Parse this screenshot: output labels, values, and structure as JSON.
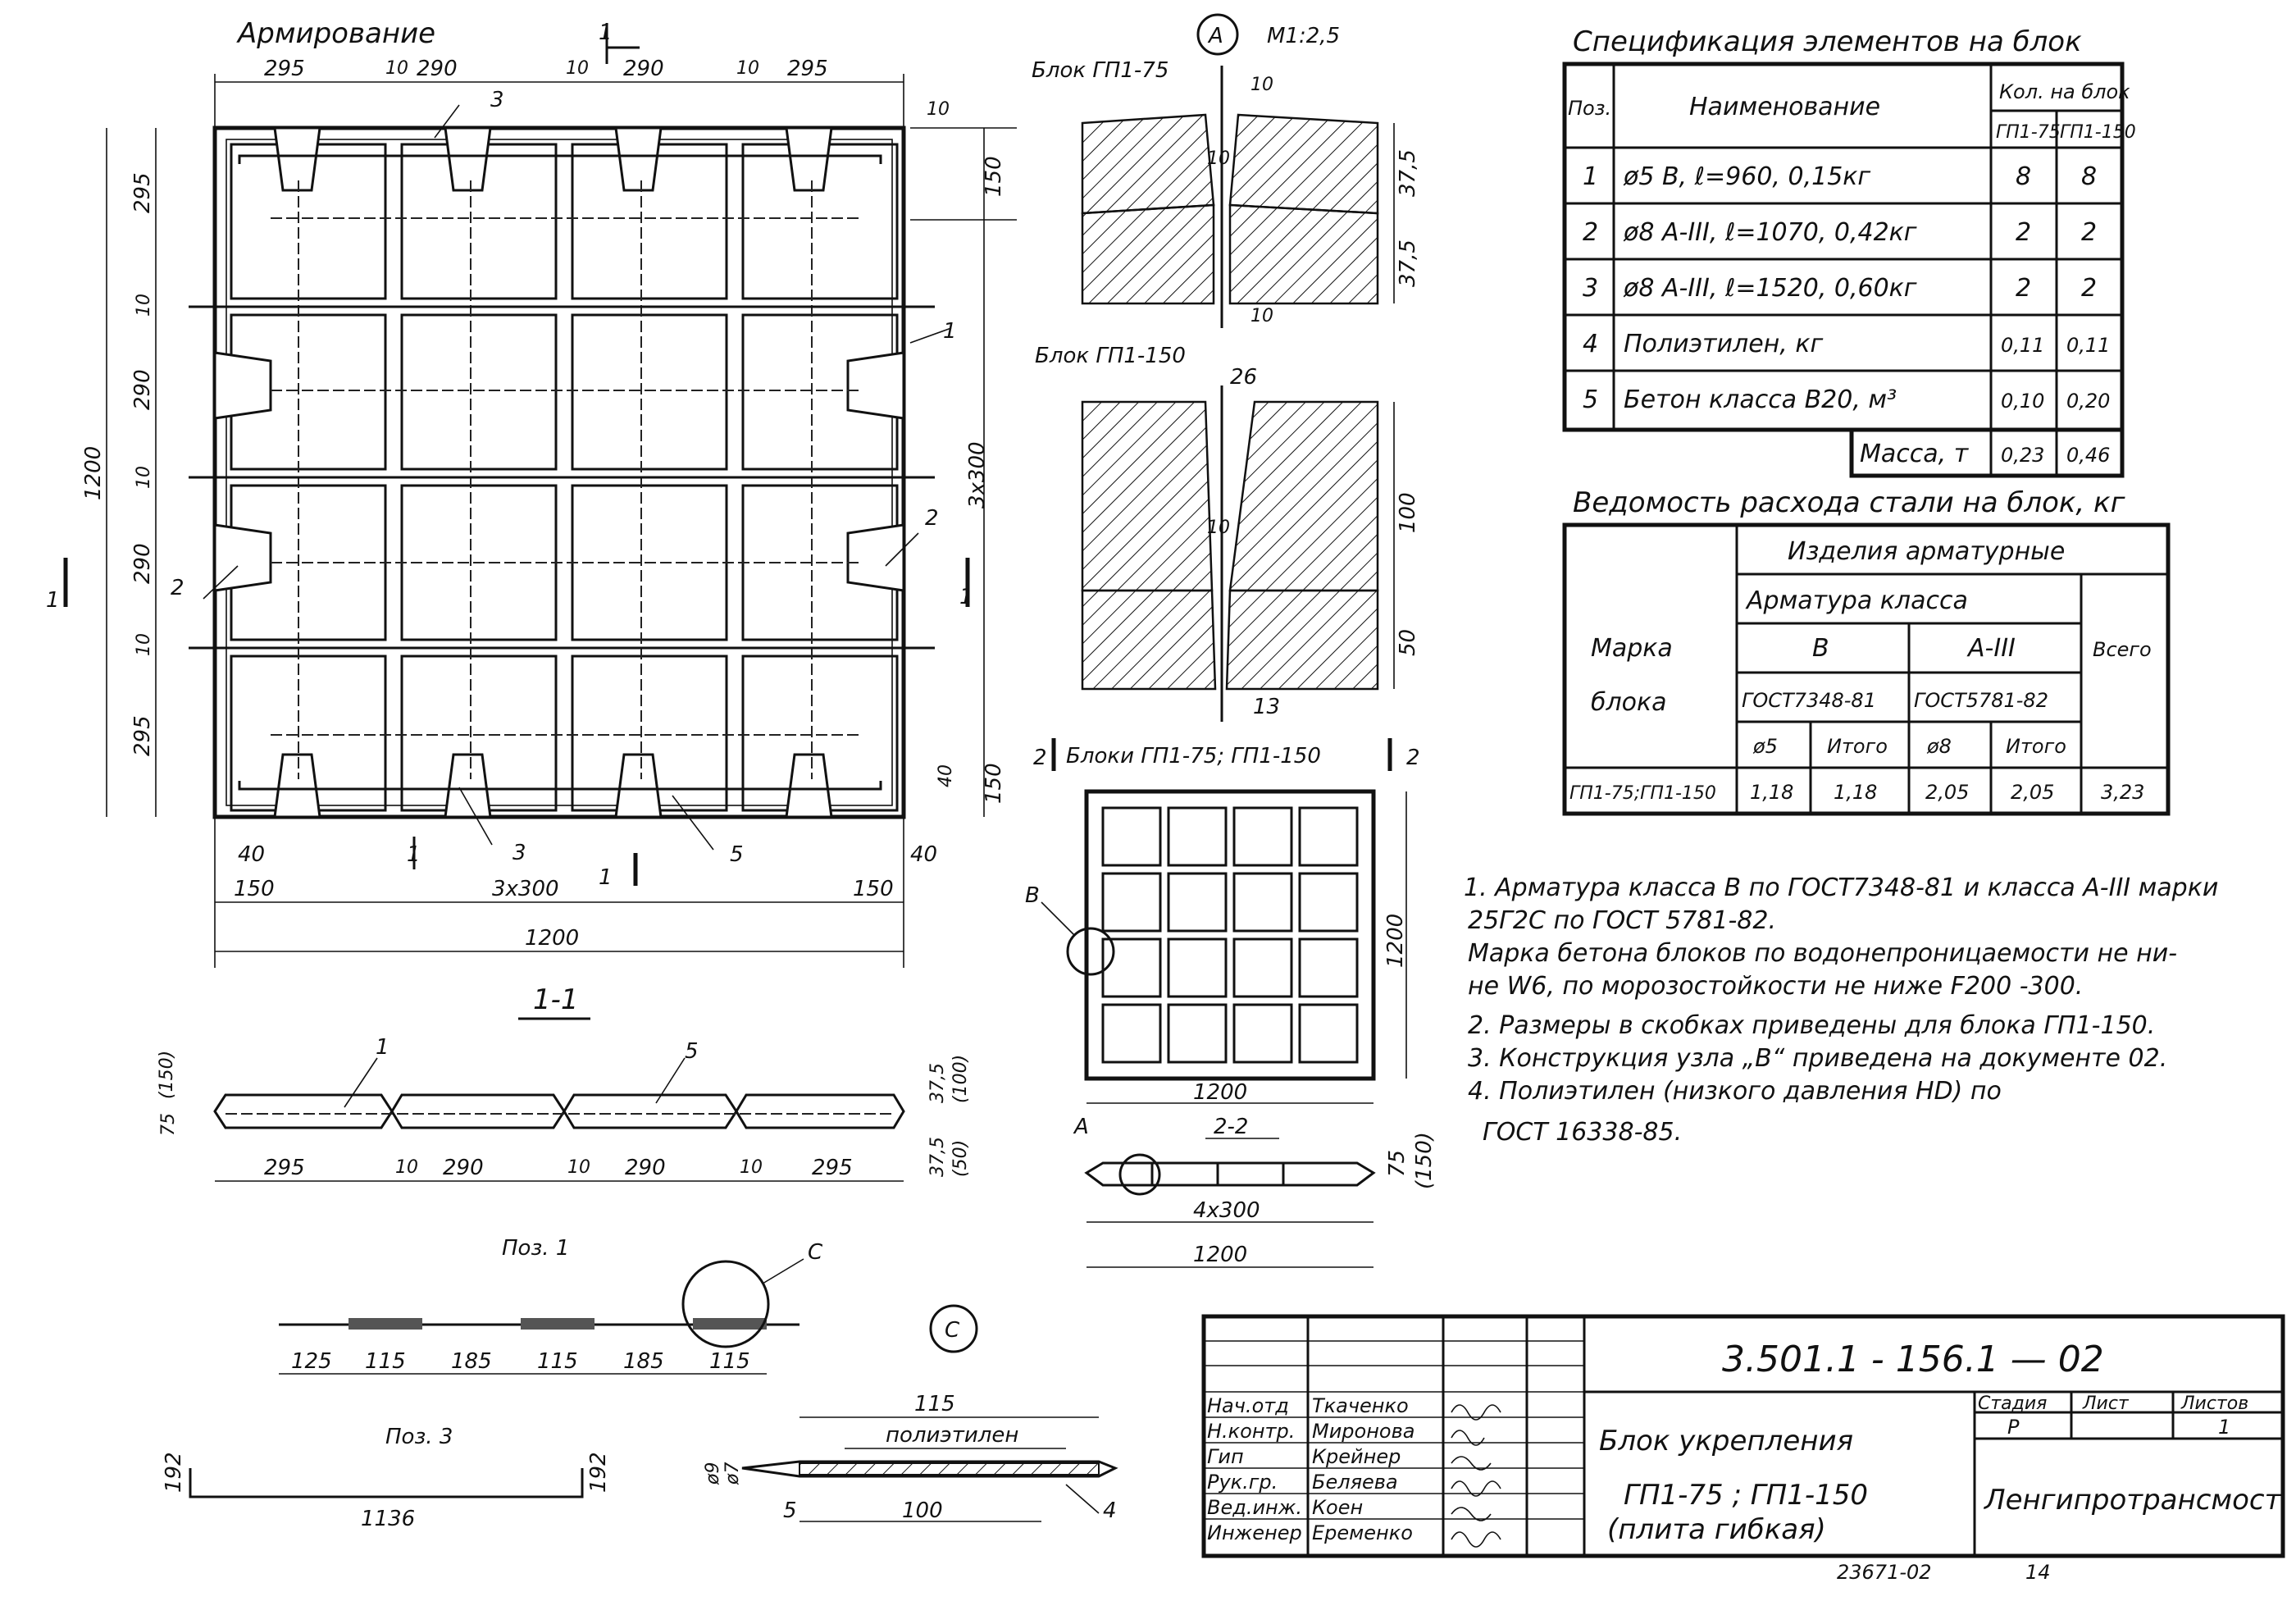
{
  "reinforcement": {
    "title": "Армирование",
    "scale_label": "М1:2,5",
    "callout_a": "А",
    "cut_1": "1",
    "top_dims": [
      "295",
      "10",
      "290",
      "10",
      "290",
      "10",
      "295"
    ],
    "left_dims": [
      "295",
      "10",
      "290",
      "10",
      "290",
      "10",
      "295"
    ],
    "overall_1200": "1200",
    "right_3x300": "3x300",
    "right_150": "150",
    "right_10": "10",
    "right_40": "40",
    "bottom_40": "40",
    "bottom_150": "150",
    "bottom_3x300": "3x300",
    "pos": [
      "1",
      "2",
      "3",
      "5"
    ]
  },
  "section_1_1": {
    "title": "1-1",
    "dims": [
      "295",
      "10",
      "290",
      "10",
      "290",
      "10",
      "295"
    ],
    "left_top": "(150)",
    "left_75": "75",
    "right_375": "37,5",
    "right_100": "(100)",
    "right_375b": "37,5",
    "right_50": "(50)",
    "pos1": "1",
    "pos5": "5"
  },
  "pos1_bar": {
    "title": "Поз. 1",
    "dims": [
      "125",
      "115",
      "185",
      "115",
      "185",
      "115"
    ],
    "callout": "С"
  },
  "pos3_bar": {
    "title": "Поз. 3",
    "length": "1136",
    "leg_left": "192",
    "leg_right": "192"
  },
  "detail_c": {
    "callout": "С",
    "dim_115": "115",
    "label": "полиэтилен",
    "dim_9": "ø9",
    "dim_7": "ø7",
    "dim_5": "5",
    "dim_100": "100",
    "pos4": "4"
  },
  "joint_details": {
    "title_75": "Блок ГП1-75",
    "title_150": "Блок ГП1-150",
    "dim_10": "10",
    "dim_375a": "37,5",
    "dim_375b": "37,5",
    "dim_26": "26",
    "dim_100": "100",
    "dim_50": "50",
    "dim_13": "13"
  },
  "block_view": {
    "title": "Блоки ГП1-75; ГП1-150",
    "cut_2": "2",
    "callout_b": "В",
    "dim_1200_right": "1200",
    "dim_1200_bottom": "1200",
    "section_title": "2-2",
    "section_callout": "А",
    "sec_75": "75",
    "sec_150": "(150)",
    "sec_4x300": "4x300",
    "sec_1200": "1200"
  },
  "spec_table": {
    "title": "Спецификация элементов на блок",
    "headers": [
      "Поз.",
      "Наименование",
      "Кол. на блок",
      "ГП1-75",
      "ГП1-150"
    ],
    "rows": [
      [
        "1",
        "ø5 В,    ℓ=960, 0,15кг",
        "8",
        "8"
      ],
      [
        "2",
        "ø8 А-ІІІ,  ℓ=1070, 0,42кг",
        "2",
        "2"
      ],
      [
        "3",
        "ø8 А-ІІІ,  ℓ=1520, 0,60кг",
        "2",
        "2"
      ],
      [
        "4",
        "Полиэтилен,     кг",
        "0,11",
        "0,11"
      ],
      [
        "5",
        "Бетон класса В20, м³",
        "0,10",
        "0,20"
      ]
    ],
    "mass_label": "Масса, т",
    "mass_values": [
      "0,23",
      "0,46"
    ]
  },
  "steel_table": {
    "title": "Ведомость расхода стали на блок, кг",
    "h_products": "Изделия арматурные",
    "h_class": "Арматура класса",
    "h_mark1": "Марка",
    "h_mark2": "блока",
    "h_b": "В",
    "h_a3": "А-ІІІ",
    "h_total": "Всего",
    "h_gost1": "ГОСТ7348-81",
    "h_gost2": "ГОСТ5781-82",
    "h_d5": "ø5",
    "h_sum1": "Итого",
    "h_d8": "ø8",
    "h_sum2": "Итого",
    "row": [
      "ГП1-75;ГП1-150",
      "1,18",
      "1,18",
      "2,05",
      "2,05",
      "3,23"
    ]
  },
  "notes": [
    "1. Арматура класса В по ГОСТ7348-81 и класса А-ІІІ марки",
    "25Г2С по ГОСТ 5781-82.",
    "Марка бетона блоков по водонепроницаемости не ни-",
    "не W6, по морозостойкости не ниже F200 -300.",
    "2.  Размеры в скобках приведены для блока ГП1-150.",
    "3.  Конструкция узла „В“ приведена на документе 02.",
    "4.  Полиэтилен (низкого давления НD) по",
    "ГОСТ 16338-85."
  ],
  "title_block": {
    "doc_code": "3.501.1 - 156.1  —  02",
    "roles": [
      "Нач.отд",
      "Н.контр.",
      "Гип",
      "Рук.гр.",
      "Вед.инж.",
      "Инженер"
    ],
    "names": [
      "Ткаченко",
      "Миронова",
      "Крейнер",
      "Беляева",
      "Коен",
      "Еременко"
    ],
    "name_line1": "Блок укрепления",
    "name_line2": "ГП1-75 ; ГП1-150",
    "name_line3": "(плита гибкая)",
    "stage_label": "Стадия",
    "sheet_label": "Лист",
    "sheets_label": "Листов",
    "stage": "Р",
    "sheets": "1",
    "org": "Ленгипротрансмост",
    "archive": "23671-02",
    "page": "14"
  }
}
